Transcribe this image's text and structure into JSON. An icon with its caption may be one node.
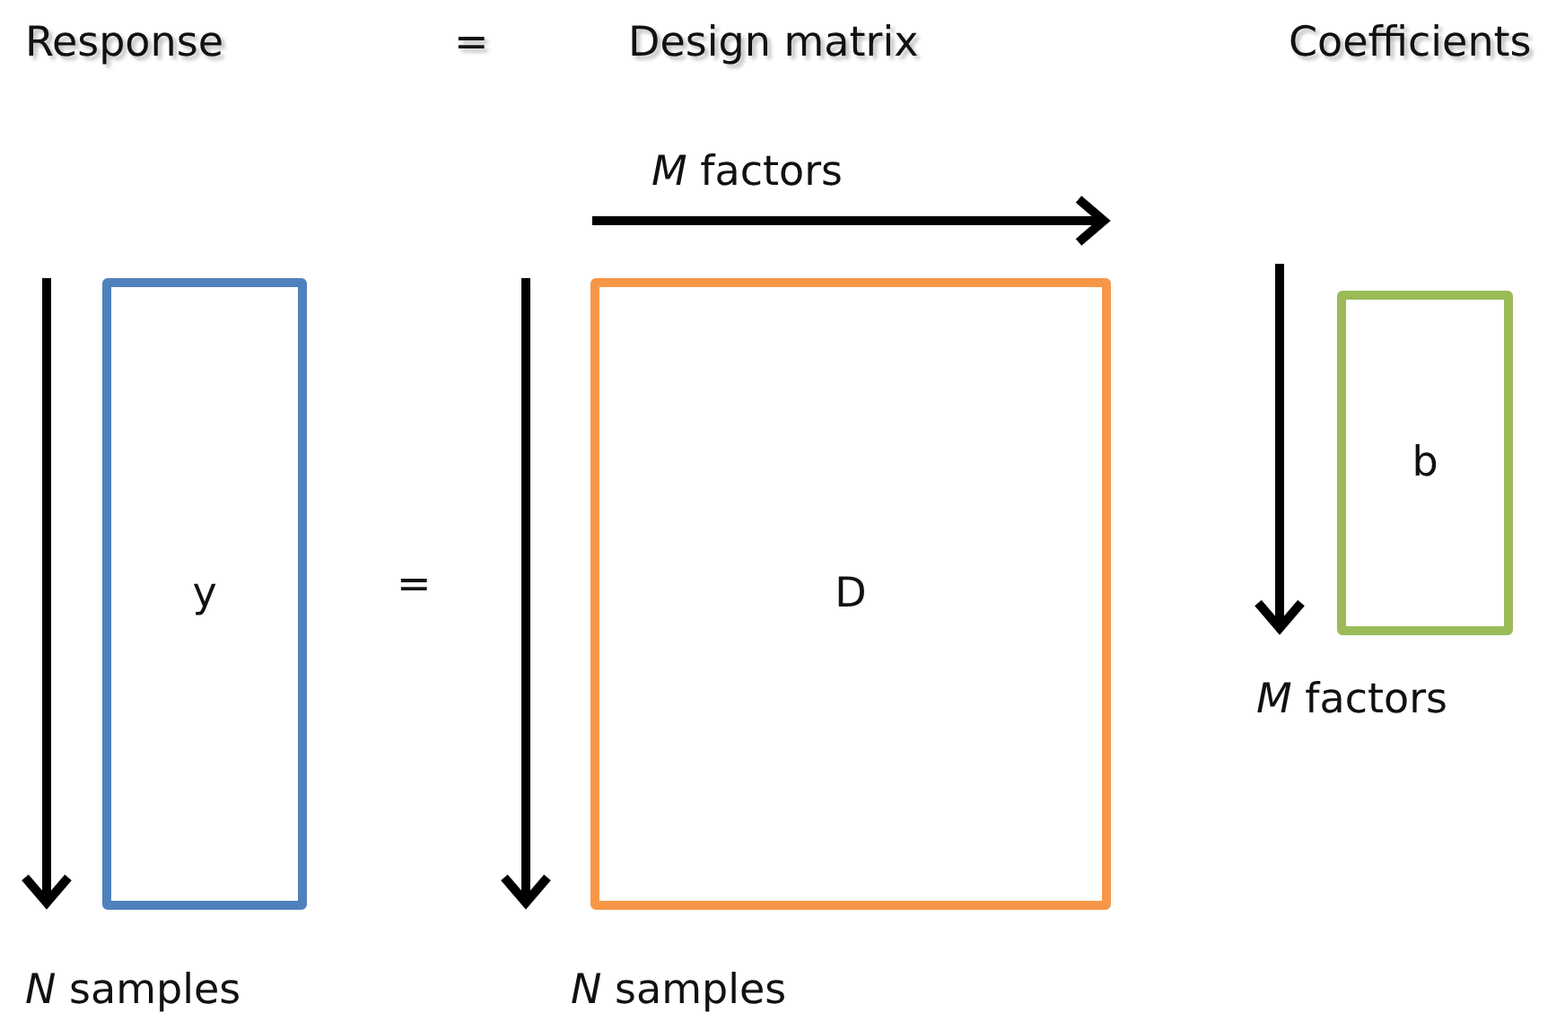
{
  "diagram": {
    "nodes": [
      {
        "text": [
          "y"
        ]
      },
      {
        "text": [
          "D"
        ]
      },
      {
        "text": [
          "b"
        ]
      }
    ],
    "labels": [
      "Response",
      "=",
      "Design matrix",
      "Coefficients",
      "*M* factors",
      "=",
      "*M* factors",
      "*N* samples",
      "*N* samples"
    ]
  }
}
